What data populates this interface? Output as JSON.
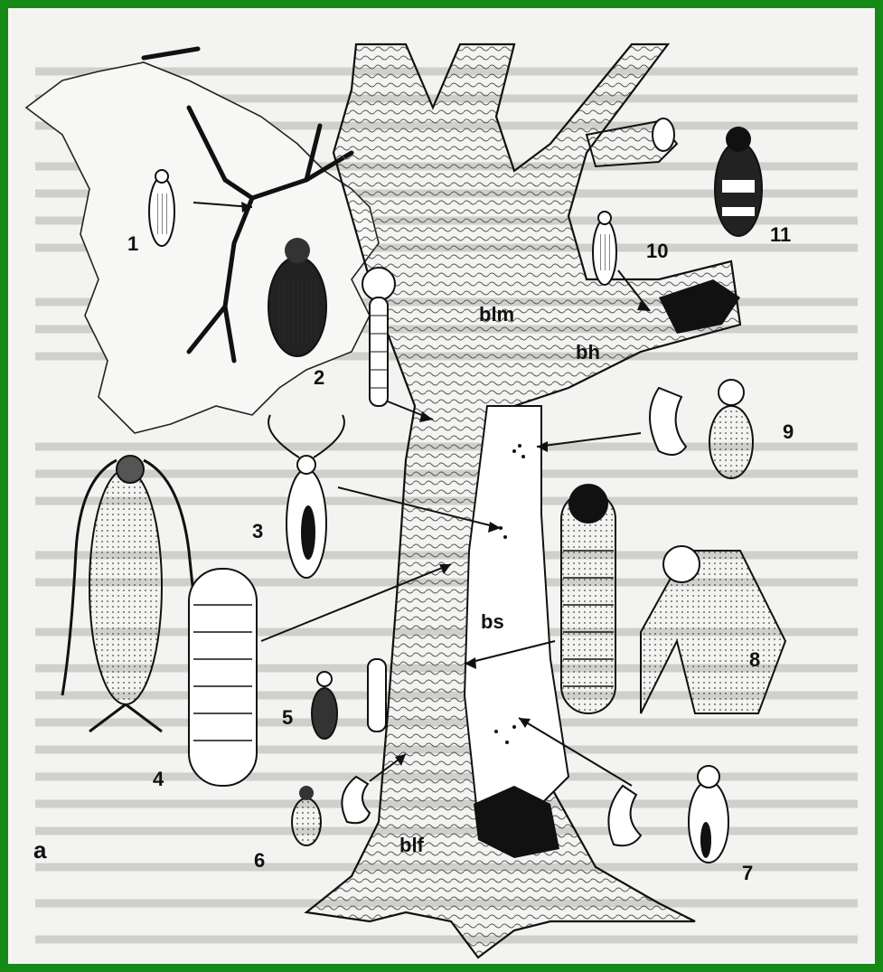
{
  "figure": {
    "panel_label": "a",
    "insect_numbers": [
      "1",
      "2",
      "3",
      "4",
      "5",
      "6",
      "7",
      "8",
      "9",
      "10",
      "11"
    ],
    "zone_labels": {
      "upper_bark": "blm",
      "branch": "bh",
      "stem_sapwood": "bs",
      "trunk_base": "blf"
    }
  },
  "colors": {
    "frame_border": "#168a16",
    "paper": "#f3f3f1",
    "ink": "#111111"
  }
}
